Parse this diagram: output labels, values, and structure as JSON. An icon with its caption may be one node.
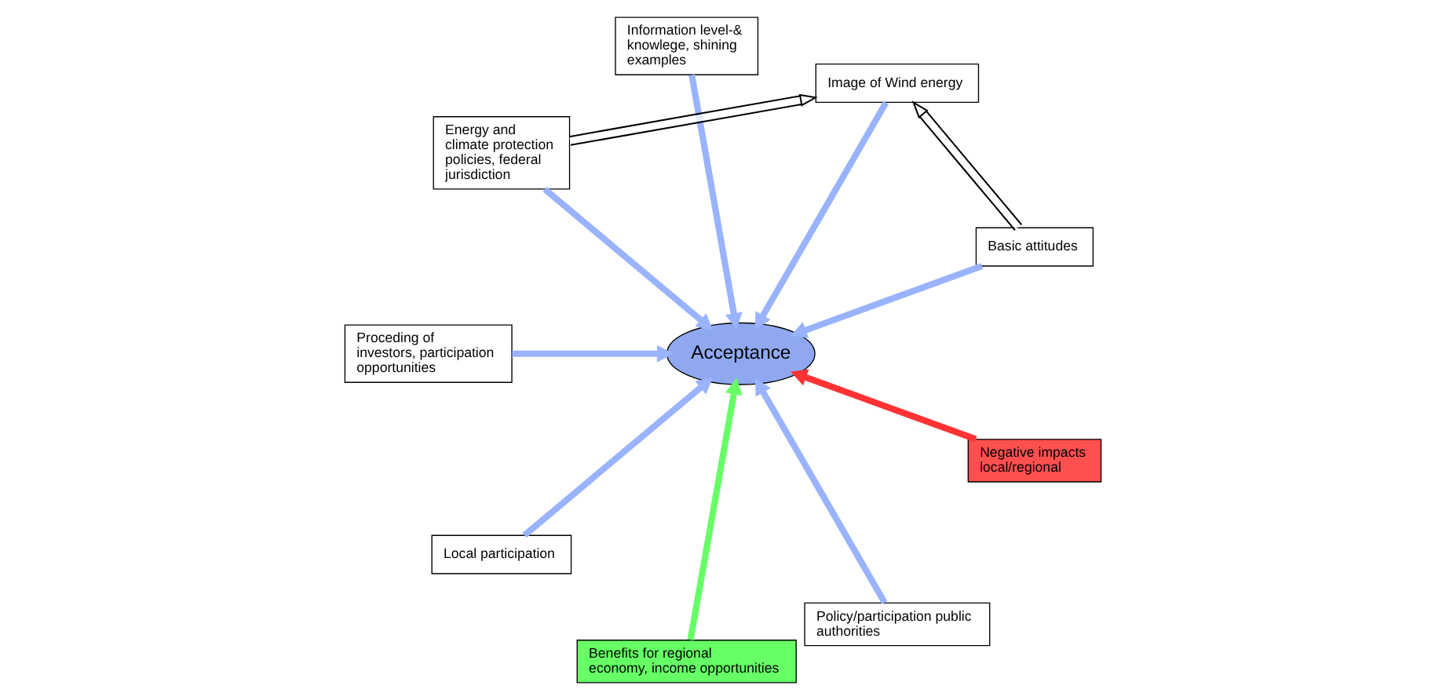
{
  "diagram": {
    "nodes": [
      {
        "text": [
          "Acceptance"
        ]
      },
      {
        "text": [
          "Basic attitudes"
        ]
      },
      {
        "text": [
          "Image of Wind energy"
        ]
      },
      {
        "text": [
          "Information level-& knowlege, shining examples"
        ]
      },
      {
        "text": [
          "Energy and climate protection policies, federal jurisdiction"
        ]
      },
      {
        "text": [
          "Proceding of investors, participation opportunities"
        ]
      },
      {
        "text": [
          "Local participation"
        ]
      },
      {
        "text": [
          "Benefits for regional economy, income opportunities"
        ]
      },
      {
        "text": [
          "Policy/participation public authorities"
        ]
      },
      {
        "text": [
          "Negative impacts local/regional"
        ]
      }
    ],
    "edges": [
      {
        "from": 1,
        "to": 2,
        "arrow": "to",
        "color": "#ffffff"
      },
      {
        "from": 1,
        "to": 0,
        "arrow": "to"
      },
      {
        "from": 3,
        "to": 0,
        "arrow": "to"
      },
      {
        "from": 4,
        "to": 2,
        "arrow": "to",
        "color": "#ffffff"
      },
      {
        "from": 2,
        "to": 0,
        "arrow": "to"
      },
      {
        "from": 4,
        "to": 0,
        "arrow": "to"
      },
      {
        "from": 5,
        "to": 0,
        "arrow": "to"
      },
      {
        "from": 6,
        "to": 0,
        "arrow": "to"
      },
      {
        "from": 7,
        "to": 0,
        "arrow": "to",
        "color": "#66ff66"
      },
      {
        "from": 8,
        "to": 0,
        "arrow": "to"
      },
      {
        "from": 9,
        "to": 0,
        "arrow": "to",
        "color": "#ff3333"
      }
    ]
  }
}
